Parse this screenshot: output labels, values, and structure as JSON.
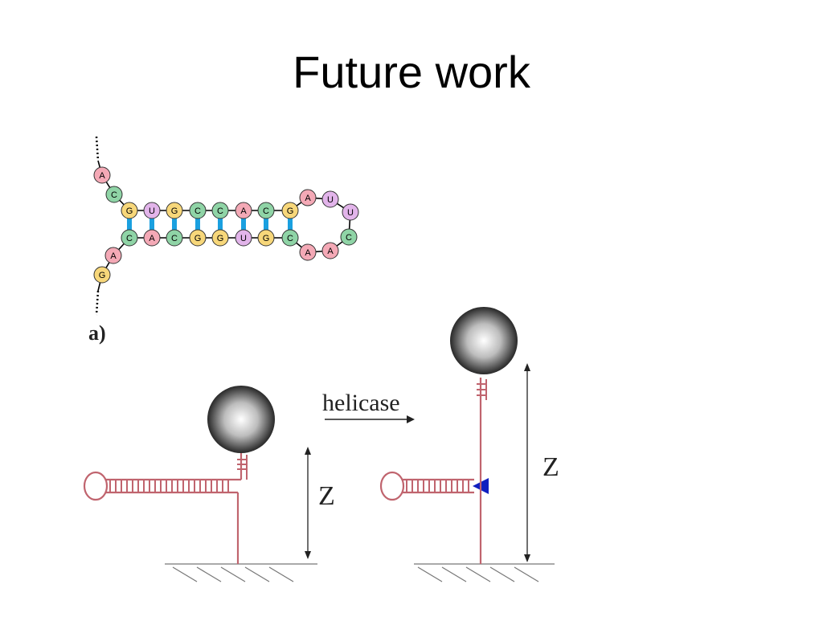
{
  "slide": {
    "title": "Future work"
  },
  "hairpin": {
    "strand_5_tail": [
      "A",
      "C"
    ],
    "stem_top": [
      "G",
      "U",
      "G",
      "C",
      "C",
      "A",
      "C",
      "G"
    ],
    "loop": [
      "A",
      "U",
      "U",
      "C",
      "A",
      "A"
    ],
    "stem_bottom": [
      "C",
      "A",
      "C",
      "G",
      "G",
      "U",
      "G",
      "C"
    ],
    "strand_3_tail": [
      "A",
      "G"
    ],
    "colors": {
      "A": "#f4a9b6",
      "C": "#8fd4a6",
      "G": "#f7d77a",
      "U": "#e2b4ea",
      "bond": "#1aa0e0"
    }
  },
  "schematic": {
    "panel_label": "a)",
    "arrow_label": "helicase",
    "left_distance_label": "Z",
    "right_distance_label": "Z",
    "colors": {
      "strand": "#c0646e",
      "marker": "#1020c0"
    }
  }
}
